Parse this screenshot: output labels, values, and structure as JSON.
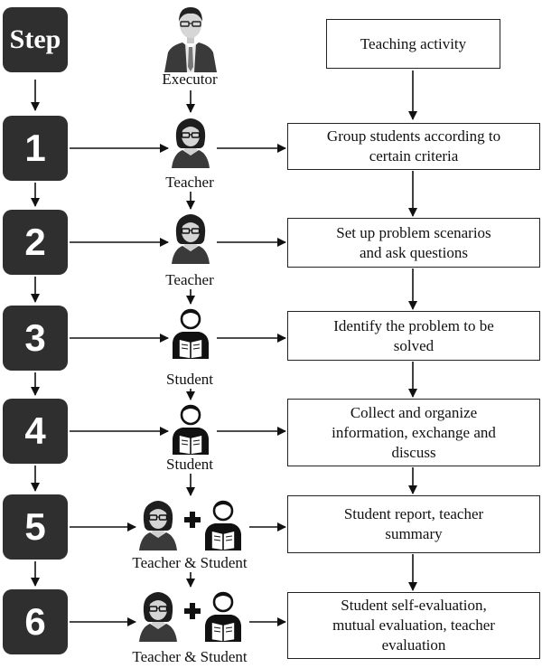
{
  "header": {
    "step": "Step",
    "executor": "Executor",
    "activity": "Teaching activity"
  },
  "steps": [
    {
      "number": "1",
      "executor": "Teacher",
      "activity_lines": [
        "Group students according to",
        "certain criteria"
      ]
    },
    {
      "number": "2",
      "executor": "Teacher",
      "activity_lines": [
        "Set up problem scenarios",
        "and ask questions"
      ]
    },
    {
      "number": "3",
      "executor": "Student",
      "activity_lines": [
        "Identify the problem to be",
        "solved"
      ]
    },
    {
      "number": "4",
      "executor": "Student",
      "activity_lines": [
        "Collect and organize",
        "information, exchange and",
        "discuss"
      ]
    },
    {
      "number": "5",
      "executor": "Teacher & Student",
      "activity_lines": [
        "Student report, teacher",
        "summary"
      ]
    },
    {
      "number": "6",
      "executor": "Teacher & Student",
      "activity_lines": [
        "Student self-evaluation,",
        "mutual evaluation, teacher",
        "evaluation"
      ]
    }
  ],
  "icons": {
    "executor": "businessman-icon",
    "teacher": "teacher-icon",
    "student": "student-reading-icon",
    "plus": "plus-icon"
  },
  "colors": {
    "step_box": "#2f2f2f",
    "line": "#111111"
  }
}
